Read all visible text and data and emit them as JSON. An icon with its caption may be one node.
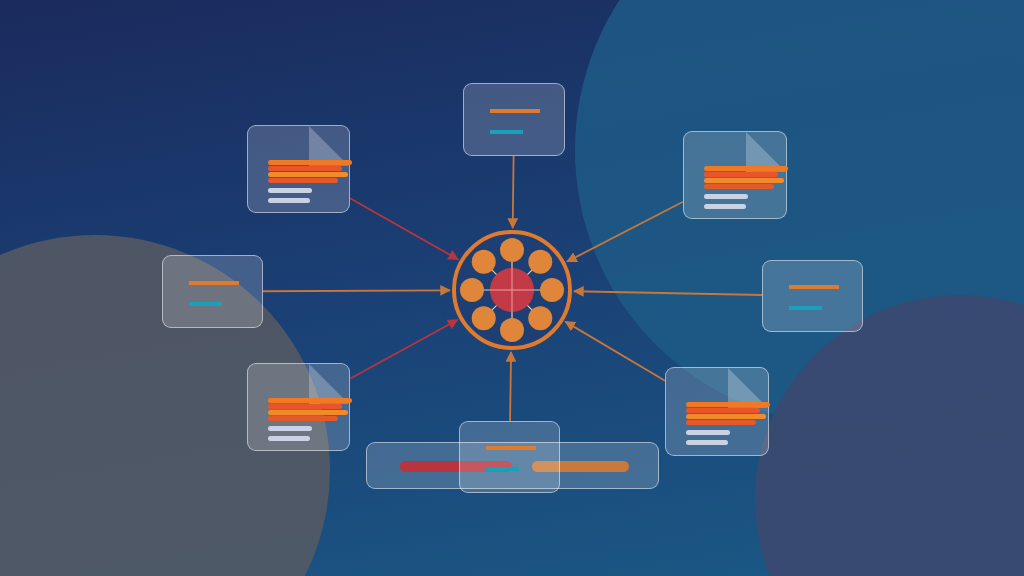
{
  "diagram": {
    "nodes": [
      {
        "text": [],
        "shape": "box"
      },
      {
        "text": [],
        "shape": "box"
      },
      {
        "text": [],
        "shape": "box"
      },
      {
        "text": [],
        "shape": "box"
      },
      {
        "text": [],
        "shape": "circle"
      },
      {
        "text": [],
        "shape": "box"
      },
      {
        "text": [],
        "shape": "box"
      },
      {
        "text": [],
        "shape": "box"
      },
      {
        "text": [],
        "shape": "box"
      },
      {
        "text": [],
        "shape": "box"
      }
    ],
    "edges": [
      {
        "from": 0,
        "to": 4,
        "arrow": "to"
      },
      {
        "from": 1,
        "to": 4,
        "arrow": "to",
        "color": "#b8343f"
      },
      {
        "from": 2,
        "to": 4,
        "arrow": "to"
      },
      {
        "from": 3,
        "to": 4,
        "arrow": "to"
      },
      {
        "from": 5,
        "to": 4,
        "arrow": "to"
      },
      {
        "from": 6,
        "to": 4,
        "arrow": "to",
        "color": "#b8343f"
      },
      {
        "from": 7,
        "to": 4,
        "arrow": "to"
      },
      {
        "from": 9,
        "to": 4,
        "arrow": "to"
      }
    ]
  }
}
